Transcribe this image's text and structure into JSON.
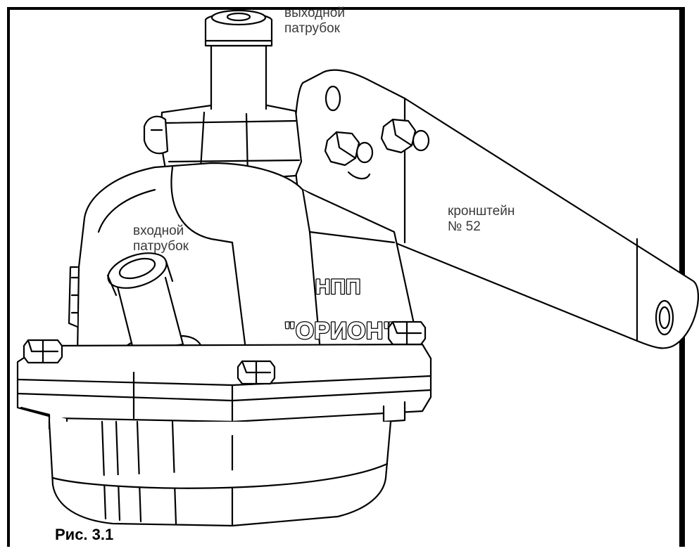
{
  "labels": {
    "outlet": {
      "line1": "выходной",
      "line2": "патрубок"
    },
    "inlet": {
      "line1": "входной",
      "line2": "патрубок"
    },
    "bracket": {
      "line1": "кронштейн",
      "line2": "№ 52"
    }
  },
  "brand": {
    "line1": "НПП",
    "line2": "\"ОРИОН\""
  },
  "caption": "Рис. 3.1"
}
